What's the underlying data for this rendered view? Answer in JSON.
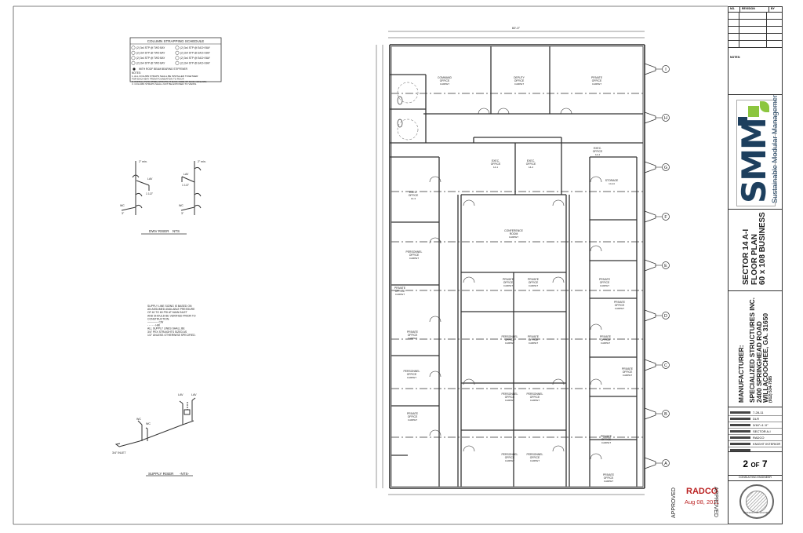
{
  "title_block": {
    "revision_headers": [
      "NO.",
      "REVISION",
      "BY"
    ],
    "notes_label": "NOTES:",
    "logo": {
      "letters": "SMM",
      "tagline": "Sustainable Modular Management",
      "navy": "#1d3f5e",
      "green": "#8cc63f"
    },
    "sheet_title": [
      "SECTOR 14 A-I",
      "FLOOR PLAN",
      "60 x 108 BUSINESS"
    ],
    "manufacturer_label": "MANUFACTURER:",
    "manufacturer": [
      "SPECIALIZED STRUCTURES INC.",
      "2400 SPRINGHEAD ROAD",
      "WILLACOOCHEE, GA. 31650",
      "(912) 534-7585"
    ],
    "info": [
      {
        "key": "DATE:",
        "value": "7-28-11"
      },
      {
        "key": "DRAWN BY:",
        "value": "DLR"
      },
      {
        "key": "SCALE:",
        "value": "3/16\"=1'-0\""
      },
      {
        "key": "DWG:",
        "value": "SECTOR A-I"
      },
      {
        "key": "CLIENT:",
        "value": "RADCO"
      },
      {
        "key": "CONSTRUCTION:",
        "value": "KNIGHT INTERIOR"
      },
      {
        "key": "FILE:",
        "value": ""
      }
    ],
    "sheet_number": "2",
    "sheet_of": "OF",
    "sheet_total": "7",
    "engineer_label": "CONSULTING ENGINEER",
    "seal_text": "PROFESSIONAL ENGINEER"
  },
  "approval_stamp": {
    "company": "RADCO",
    "date": "Aug 08, 2011",
    "word": "APPROVED",
    "color": "#b22222"
  },
  "schedule": {
    "title": "COLUMN STRAPPING SCHEDULE",
    "rows": [
      "(2) 3x4 STP @ TWO BAY",
      "(2) 3x4 STP @ EACH BAY",
      "(2) 3x4 STP @ TWO BAY",
      "(2) 3x4 STP @ EACH BAY",
      "(2) 3x4 STP @ TWO BAY",
      "(2) 3x4 STP @ EACH BAY",
      "(2) 3x4 STP @ TWO BAY",
      "(2) 3x4 STP @ EACH BAY"
    ],
    "legend": "WITH ROOF BEAM BEARING STIFFENER",
    "notes_label": "NOTES:",
    "notes": [
      "1. ALL COLUMN STRAPS SHALL BE INSTALLED TOGETHER",
      "   FOR EACH BAY FROM FOUNDATION TO ROOF.",
      "2. INSTALL TWO STEEL STRAPS AT EACH SIDE OF EACH COLUMN.",
      "3. COLUMN STRAPS SHALL NOT BE EXPOSED TO VIEWS."
    ]
  },
  "dwv_riser": {
    "title": "DWV RISER",
    "nts": "NTS",
    "vent": "2\" min.",
    "size1": "1 1/2\"",
    "lav": "LAV",
    "wc": "WC",
    "size3": "3\""
  },
  "supply_note": [
    "SUPPLY LINE SIZING IS BASED ON",
    "AN ASSUMED AVAILABLE PRESSURE",
    "OF 40 TO 60 PSI AT MAIN INLET",
    "AND SHOULD BE VERIFIED PRIOR TO",
    "CONSTRUCTION.",
    "———— CW",
    "- - - - - HW",
    "ALL SUPPLY LINES SHALL BE",
    "3/4\" PEX STRAIGHTS SIZED AS",
    "1/2\" UNLESS OTHERWISE SPECIFIED."
  ],
  "supply_riser": {
    "title": "SUPPLY RISER",
    "nts": "-NTS-",
    "inlet": "3/4\" INLET",
    "lav1": "LAV",
    "lav2": "LAV",
    "wc1": "WC",
    "wc2": "WC"
  },
  "floor_plan": {
    "overall_dim": "60'-0\"",
    "grid_labels": [
      "I",
      "H",
      "G",
      "F",
      "E",
      "D",
      "C",
      "B",
      "A"
    ],
    "rooms": [
      {
        "name": "COMMAND OFFICE",
        "area": "CARPET"
      },
      {
        "name": "DEPUTY OFFICE",
        "area": "CARPET"
      },
      {
        "name": "PRIVATE OFFICE",
        "area": "CARPET"
      },
      {
        "name": "EXEC. OFFICE",
        "area": "14-1"
      },
      {
        "name": "EXEC. OFFICE",
        "area": "14-2"
      },
      {
        "name": "EXEC. OFFICE",
        "area": "14-3"
      },
      {
        "name": "EXEC. OFFICE",
        "area": "14-4"
      },
      {
        "name": "STORAGE",
        "area": "14-14"
      },
      {
        "name": "CONFERENCE ROOM",
        "area": "CARPET"
      },
      {
        "name": "PERSONNEL OFFICE",
        "area": "CARPET"
      },
      {
        "name": "PRIVATE OFFICE",
        "area": "CARPET"
      },
      {
        "name": "PRIVATE OFFICE",
        "area": "CARPET"
      },
      {
        "name": "PRIVATE OFFICE",
        "area": "CARPET"
      },
      {
        "name": "PRIVATE OFFICE",
        "area": "CARPET"
      },
      {
        "name": "PRIVATE OFFICE",
        "area": "CARPET"
      },
      {
        "name": "PRIVATE OFFICE",
        "area": "CARPET"
      },
      {
        "name": "PERSONNEL OFFICE",
        "area": "CARPET"
      },
      {
        "name": "PERSONNEL OFFICE",
        "area": "CARPET"
      },
      {
        "name": "PRIVATE OFFICE",
        "area": "CARPET"
      },
      {
        "name": "PRIVATE OFFICE",
        "area": "CARPET"
      },
      {
        "name": "PRIVATE OFFICE",
        "area": "CARPET"
      },
      {
        "name": "PERSONNEL OFFICE",
        "area": "CARPET"
      },
      {
        "name": "PERSONNEL OFFICE",
        "area": "CARPET"
      },
      {
        "name": "PRIVATE OFFICE",
        "area": "CARPET"
      },
      {
        "name": "PERSONNEL OFFICE",
        "area": "CARPET"
      },
      {
        "name": "PERSONNEL OFFICE",
        "area": "CARPET"
      },
      {
        "name": "PRIVATE OFFICE",
        "area": "CARPET"
      },
      {
        "name": "PRIVATE OFFICE",
        "area": "CARPET"
      }
    ]
  }
}
